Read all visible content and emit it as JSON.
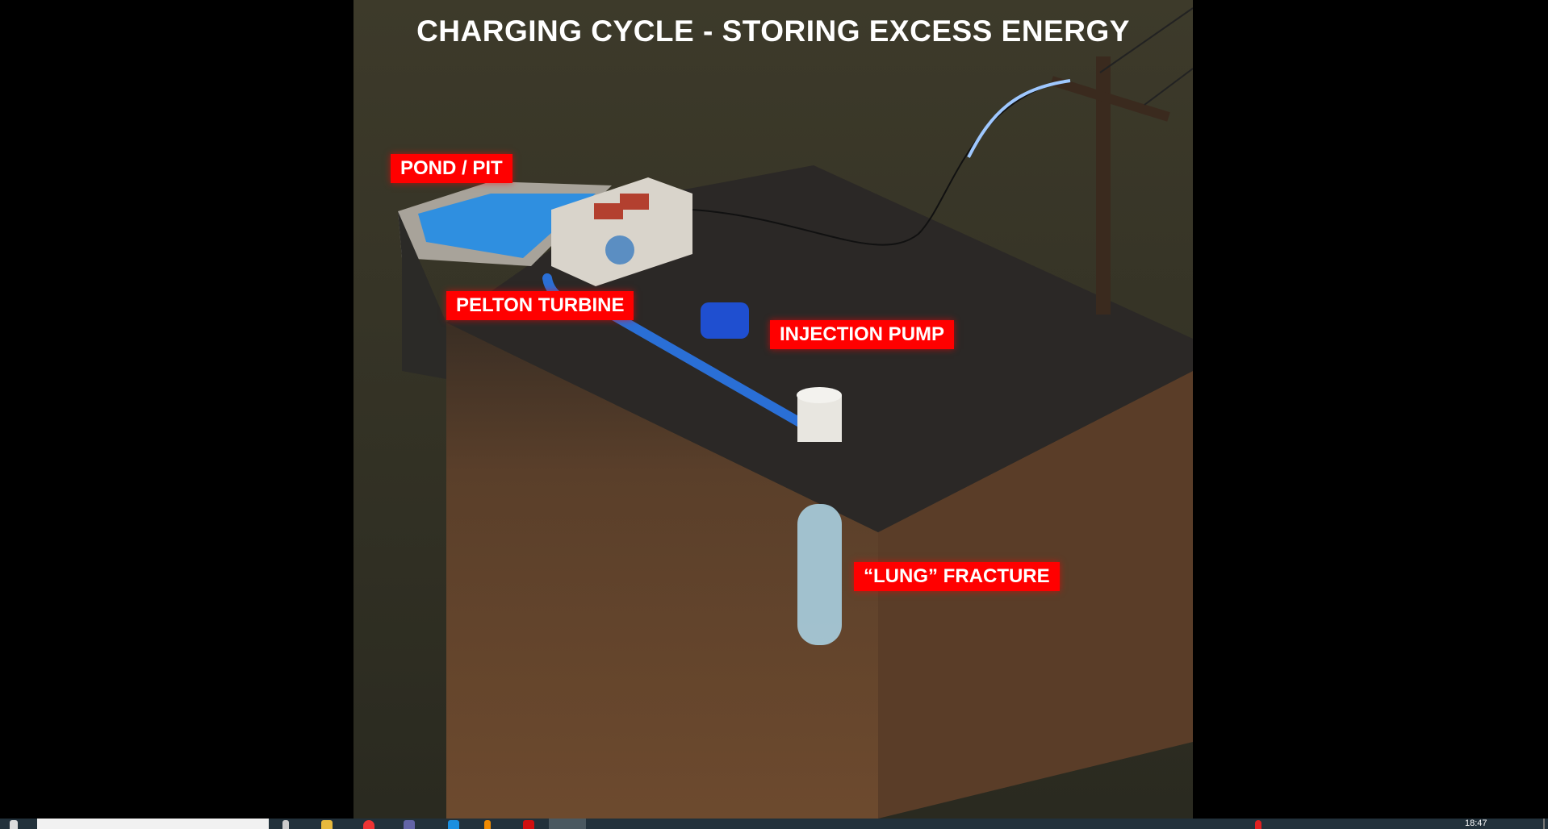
{
  "slide": {
    "title": "CHARGING CYCLE - STORING EXCESS ENERGY",
    "labels": {
      "pond": "POND / PIT",
      "turbine": "PELTON TURBINE",
      "pump": "INJECTION PUMP",
      "fracture": "“LUNG” FRACTURE"
    },
    "colors": {
      "label_bg": "#ff0000",
      "water": "#2f8fe0",
      "pipe": "#2a6fd6"
    }
  },
  "taskbar": {
    "clock": "18:47",
    "icons": [
      "start-icon",
      "search-box",
      "task-view-icon",
      "file-explorer-icon",
      "chrome-icon",
      "teams-icon",
      "edge-icon",
      "vlc-icon",
      "acrobat-icon",
      "active-app-icon",
      "notification-badge-icon",
      "show-desktop-button"
    ]
  }
}
